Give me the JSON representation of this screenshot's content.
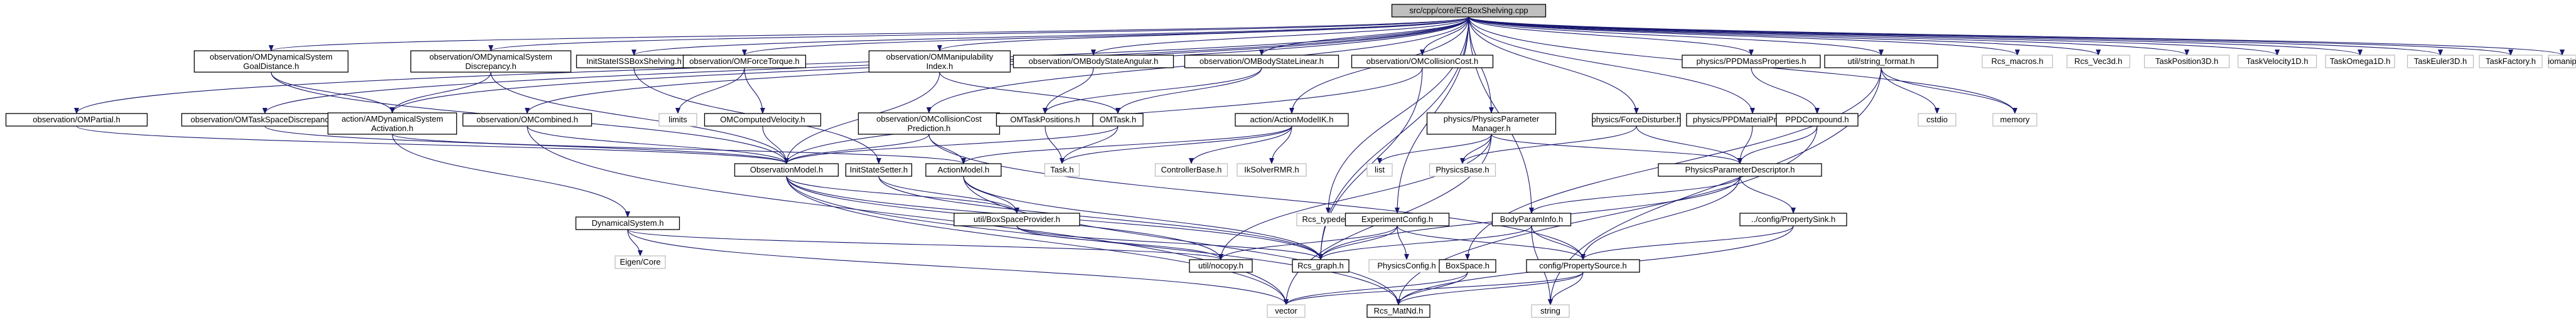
{
  "graph": {
    "root": "src/cpp/core/ECBoxShelving.cpp",
    "nodes": [
      {
        "id": "root",
        "label": "src/cpp/core/ECBoxShelving.cpp"
      },
      {
        "id": "omdsgd",
        "label": "observation/OMDynamicalSystem\nGoalDistance.h"
      },
      {
        "id": "omdsd",
        "label": "observation/OMDynamicalSystem\nDiscrepancy.h"
      },
      {
        "id": "isbs",
        "label": "InitStateISSBoxShelving.h"
      },
      {
        "id": "omft",
        "label": "observation/OMForceTorque.h"
      },
      {
        "id": "ommi",
        "label": "observation/OMManipulability\nIndex.h"
      },
      {
        "id": "ombsa",
        "label": "observation/OMBodyStateAngular.h"
      },
      {
        "id": "ombsl",
        "label": "observation/OMBodyStateLinear.h"
      },
      {
        "id": "omcc",
        "label": "observation/OMCollisionCost.h"
      },
      {
        "id": "ppmp",
        "label": "physics/PPDMassProperties.h"
      },
      {
        "id": "usf",
        "label": "util/string_format.h"
      },
      {
        "id": "rcsm",
        "label": "Rcs_macros.h"
      },
      {
        "id": "rcsv",
        "label": "Rcs_Vec3d.h"
      },
      {
        "id": "tp3",
        "label": "TaskPosition3D.h"
      },
      {
        "id": "tv1",
        "label": "TaskVelocity1D.h"
      },
      {
        "id": "to1",
        "label": "TaskOmega1D.h"
      },
      {
        "id": "te3",
        "label": "TaskEuler3D.h"
      },
      {
        "id": "tf",
        "label": "TaskFactory.h"
      },
      {
        "id": "iomanip",
        "label": "iomanip"
      },
      {
        "id": "omp",
        "label": "observation/OMPartial.h"
      },
      {
        "id": "omtsd",
        "label": "observation/OMTaskSpaceDiscrepancy.h"
      },
      {
        "id": "aamdsa",
        "label": "action/AMDynamicalSystem\nActivation.h"
      },
      {
        "id": "omcomb",
        "label": "observation/OMCombined.h"
      },
      {
        "id": "limits",
        "label": "limits"
      },
      {
        "id": "omccp",
        "label": "observation/OMCollisionCost\nPrediction.h"
      },
      {
        "id": "omcv",
        "label": "OMComputedVelocity.h"
      },
      {
        "id": "omtp",
        "label": "OMTaskPositions.h"
      },
      {
        "id": "omtask",
        "label": "OMTask.h"
      },
      {
        "id": "aamik",
        "label": "action/ActionModelIK.h"
      },
      {
        "id": "ppm",
        "label": "physics/PhysicsParameter\nManager.h"
      },
      {
        "id": "pfd",
        "label": "physics/ForceDisturber.h"
      },
      {
        "id": "ppmat",
        "label": "physics/PPDMaterialProperties.h"
      },
      {
        "id": "ppdc",
        "label": "PPDCompound.h"
      },
      {
        "id": "cstdio",
        "label": "cstdio"
      },
      {
        "id": "memory",
        "label": "memory"
      },
      {
        "id": "om",
        "label": "ObservationModel.h"
      },
      {
        "id": "iss",
        "label": "InitStateSetter.h"
      },
      {
        "id": "am",
        "label": "ActionModel.h"
      },
      {
        "id": "task",
        "label": "Task.h"
      },
      {
        "id": "cb",
        "label": "ControllerBase.h"
      },
      {
        "id": "iks",
        "label": "IkSolverRMR.h"
      },
      {
        "id": "list",
        "label": "list"
      },
      {
        "id": "pb",
        "label": "PhysicsBase.h"
      },
      {
        "id": "ppd",
        "label": "PhysicsParameterDescriptor.h"
      },
      {
        "id": "ds",
        "label": "DynamicalSystem.h"
      },
      {
        "id": "ussp",
        "label": "util/BoxSpaceProvider.h"
      },
      {
        "id": "rcst",
        "label": "Rcs_typedef.h"
      },
      {
        "id": "ec",
        "label": "ExperimentConfig.h"
      },
      {
        "id": "bpi",
        "label": "BodyParamInfo.h"
      },
      {
        "id": "cps",
        "label": "../config/PropertySink.h"
      },
      {
        "id": "eigen",
        "label": "Eigen/Core"
      },
      {
        "id": "unc",
        "label": "util/nocopy.h"
      },
      {
        "id": "rcsg",
        "label": "Rcs_graph.h"
      },
      {
        "id": "pc",
        "label": "PhysicsConfig.h"
      },
      {
        "id": "bs",
        "label": "BoxSpace.h"
      },
      {
        "id": "cpsrc",
        "label": "config/PropertySource.h"
      },
      {
        "id": "vector",
        "label": "vector"
      },
      {
        "id": "rcsmat",
        "label": "Rcs_MatNd.h"
      },
      {
        "id": "string",
        "label": "string"
      }
    ],
    "edges": [
      [
        "root",
        "omdsgd"
      ],
      [
        "root",
        "omdsd"
      ],
      [
        "root",
        "isbs"
      ],
      [
        "root",
        "omft"
      ],
      [
        "root",
        "ommi"
      ],
      [
        "root",
        "ombsa"
      ],
      [
        "root",
        "ombsl"
      ],
      [
        "root",
        "omcc"
      ],
      [
        "root",
        "ppmp"
      ],
      [
        "root",
        "usf"
      ],
      [
        "root",
        "rcsm"
      ],
      [
        "root",
        "rcsv"
      ],
      [
        "root",
        "tp3"
      ],
      [
        "root",
        "tv1"
      ],
      [
        "root",
        "to1"
      ],
      [
        "root",
        "te3"
      ],
      [
        "root",
        "tf"
      ],
      [
        "root",
        "iomanip"
      ],
      [
        "root",
        "omp"
      ],
      [
        "root",
        "omtsd"
      ],
      [
        "root",
        "aamdsa"
      ],
      [
        "root",
        "omcomb"
      ],
      [
        "root",
        "omccp"
      ],
      [
        "root",
        "aamik"
      ],
      [
        "root",
        "ppm"
      ],
      [
        "root",
        "pfd"
      ],
      [
        "root",
        "ppmat"
      ],
      [
        "root",
        "memory"
      ],
      [
        "root",
        "rcst"
      ],
      [
        "root",
        "rcsg"
      ],
      [
        "root",
        "ec"
      ],
      [
        "root",
        "bpi"
      ],
      [
        "omdsgd",
        "aamdsa"
      ],
      [
        "omdsgd",
        "om"
      ],
      [
        "omdsd",
        "aamdsa"
      ],
      [
        "omdsd",
        "om"
      ],
      [
        "isbs",
        "iss"
      ],
      [
        "omft",
        "limits"
      ],
      [
        "omft",
        "omcv"
      ],
      [
        "ommi",
        "om"
      ],
      [
        "ommi",
        "omtask"
      ],
      [
        "ombsa",
        "omtp"
      ],
      [
        "ombsl",
        "omtask"
      ],
      [
        "ombsl",
        "omtp"
      ],
      [
        "omcc",
        "om"
      ],
      [
        "omcc",
        "rcsg"
      ],
      [
        "ppmp",
        "ppdc"
      ],
      [
        "usf",
        "cstdio"
      ],
      [
        "usf",
        "memory"
      ],
      [
        "usf",
        "string"
      ],
      [
        "usf",
        "bs"
      ],
      [
        "omp",
        "om"
      ],
      [
        "omtsd",
        "om"
      ],
      [
        "aamdsa",
        "am"
      ],
      [
        "aamdsa",
        "ds"
      ],
      [
        "omcomb",
        "om"
      ],
      [
        "omcomb",
        "vector"
      ],
      [
        "omccp",
        "om"
      ],
      [
        "omccp",
        "am"
      ],
      [
        "omccp",
        "cpsrc"
      ],
      [
        "omcv",
        "om"
      ],
      [
        "omtp",
        "task"
      ],
      [
        "omtask",
        "om"
      ],
      [
        "omtask",
        "task"
      ],
      [
        "aamik",
        "am"
      ],
      [
        "aamik",
        "task"
      ],
      [
        "aamik",
        "cb"
      ],
      [
        "aamik",
        "iks"
      ],
      [
        "ppm",
        "list"
      ],
      [
        "ppm",
        "pb"
      ],
      [
        "ppm",
        "ppd"
      ],
      [
        "ppm",
        "vector"
      ],
      [
        "ppm",
        "unc"
      ],
      [
        "pfd",
        "pb"
      ],
      [
        "pfd",
        "ppd"
      ],
      [
        "ppmat",
        "ppd"
      ],
      [
        "ppdc",
        "ppd"
      ],
      [
        "ppdc",
        "rcsmat"
      ],
      [
        "om",
        "ussp"
      ],
      [
        "om",
        "rcsmat"
      ],
      [
        "om",
        "vector"
      ],
      [
        "om",
        "rcsg"
      ],
      [
        "om",
        "unc"
      ],
      [
        "iss",
        "ussp"
      ],
      [
        "iss",
        "rcsg"
      ],
      [
        "am",
        "ussp"
      ],
      [
        "am",
        "rcsg"
      ],
      [
        "am",
        "rcsmat"
      ],
      [
        "ppd",
        "cps"
      ],
      [
        "ppd",
        "bpi"
      ],
      [
        "ppd",
        "cpsrc"
      ],
      [
        "ppd",
        "rcsg"
      ],
      [
        "ds",
        "eigen"
      ],
      [
        "ds",
        "vector"
      ],
      [
        "ds",
        "unc"
      ],
      [
        "ussp",
        "unc"
      ],
      [
        "ussp",
        "rcsg"
      ],
      [
        "ec",
        "unc"
      ],
      [
        "ec",
        "pc"
      ],
      [
        "ec",
        "rcsg"
      ],
      [
        "ec",
        "cpsrc"
      ],
      [
        "bpi",
        "rcsg"
      ],
      [
        "bpi",
        "string"
      ],
      [
        "bpi",
        "cpsrc"
      ],
      [
        "cps",
        "cpsrc"
      ],
      [
        "cps",
        "rcsmat"
      ],
      [
        "bs",
        "vector"
      ],
      [
        "bs",
        "rcsmat"
      ],
      [
        "cpsrc",
        "vector"
      ],
      [
        "cpsrc",
        "rcsmat"
      ],
      [
        "cpsrc",
        "string"
      ]
    ]
  }
}
